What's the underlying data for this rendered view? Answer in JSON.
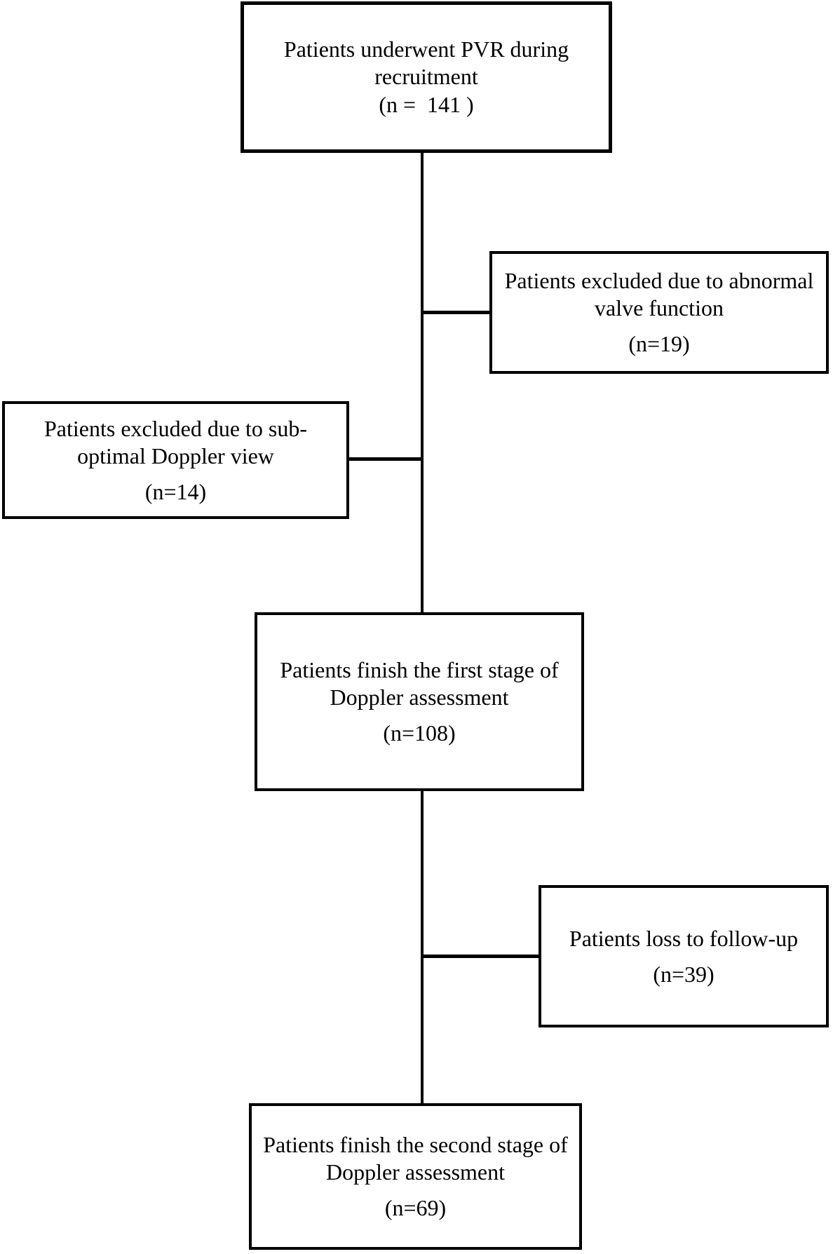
{
  "diagram": {
    "type": "flowchart",
    "background_color": "#ffffff",
    "line_color": "#000000",
    "text_color": "#000000",
    "nodes": [
      {
        "id": "recruitment",
        "label": "Patients underwent PVR during\nrecruitment",
        "n_label": "(n =  141 )"
      },
      {
        "id": "excluded-valve",
        "label": "Patients excluded due to abnormal\nvalve function",
        "n_label": "(n=19)"
      },
      {
        "id": "excluded-doppler",
        "label": "Patients excluded due to sub-\noptimal Doppler view",
        "n_label": "(n=14)"
      },
      {
        "id": "first-stage",
        "label": "Patients finish the first stage of\nDoppler assessment",
        "n_label": "(n=108)"
      },
      {
        "id": "follow-up",
        "label": "Patients loss to follow-up",
        "n_label": "(n=39)"
      },
      {
        "id": "second-stage",
        "label": "Patients finish the second stage of\nDoppler assessment",
        "n_label": "(n=69)"
      }
    ],
    "edges": [
      {
        "from": "recruitment",
        "to": "first-stage",
        "style": "main-vertical"
      },
      {
        "from": "recruitment",
        "to": "excluded-valve",
        "style": "branch-right"
      },
      {
        "from": "recruitment",
        "to": "excluded-doppler",
        "style": "branch-left"
      },
      {
        "from": "first-stage",
        "to": "second-stage",
        "style": "main-vertical"
      },
      {
        "from": "first-stage",
        "to": "follow-up",
        "style": "branch-right"
      }
    ]
  }
}
